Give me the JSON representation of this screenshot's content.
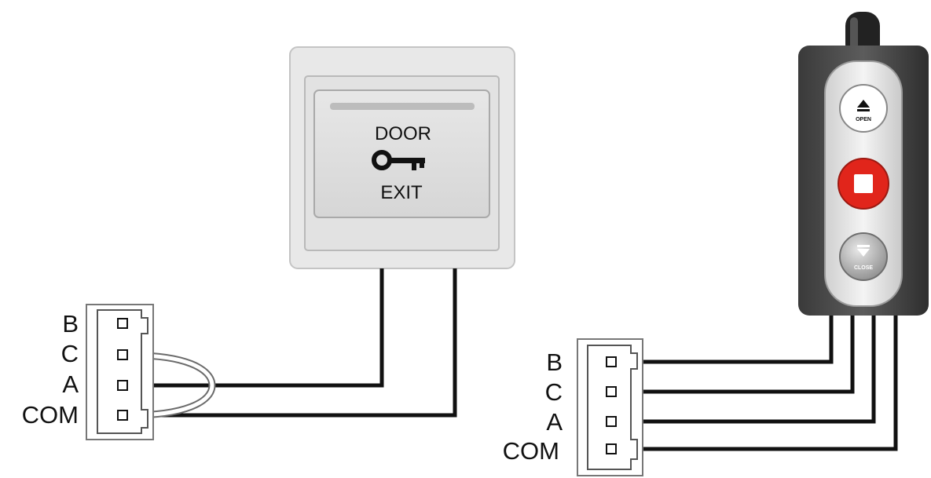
{
  "exit_switch": {
    "line1": "DOOR",
    "line2": "EXIT"
  },
  "left_connector": {
    "pins": [
      "B",
      "C",
      "A",
      "COM"
    ]
  },
  "right_connector": {
    "pins": [
      "B",
      "C",
      "A",
      "COM"
    ]
  },
  "remote": {
    "open_label": "OPEN",
    "close_label": "CLOSE",
    "stop_color": "#e1251b"
  }
}
